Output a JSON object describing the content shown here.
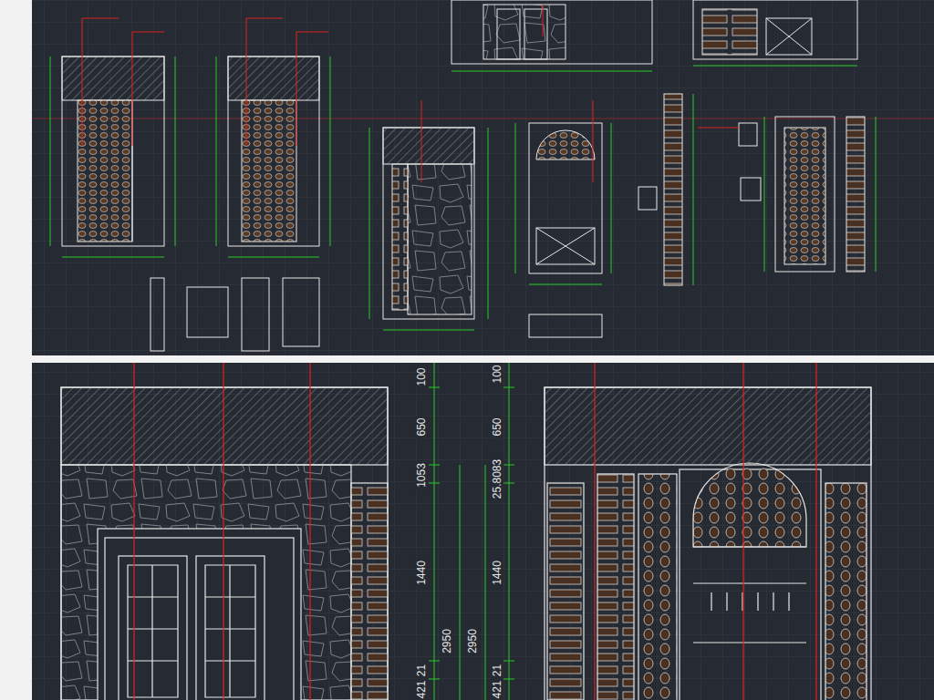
{
  "diagram": {
    "labels": [
      "100",
      "650",
      "1053",
      "1440",
      "2950",
      "21",
      "421",
      "100",
      "650",
      "25.8083",
      "1440",
      "2950",
      "21",
      "421"
    ]
  }
}
